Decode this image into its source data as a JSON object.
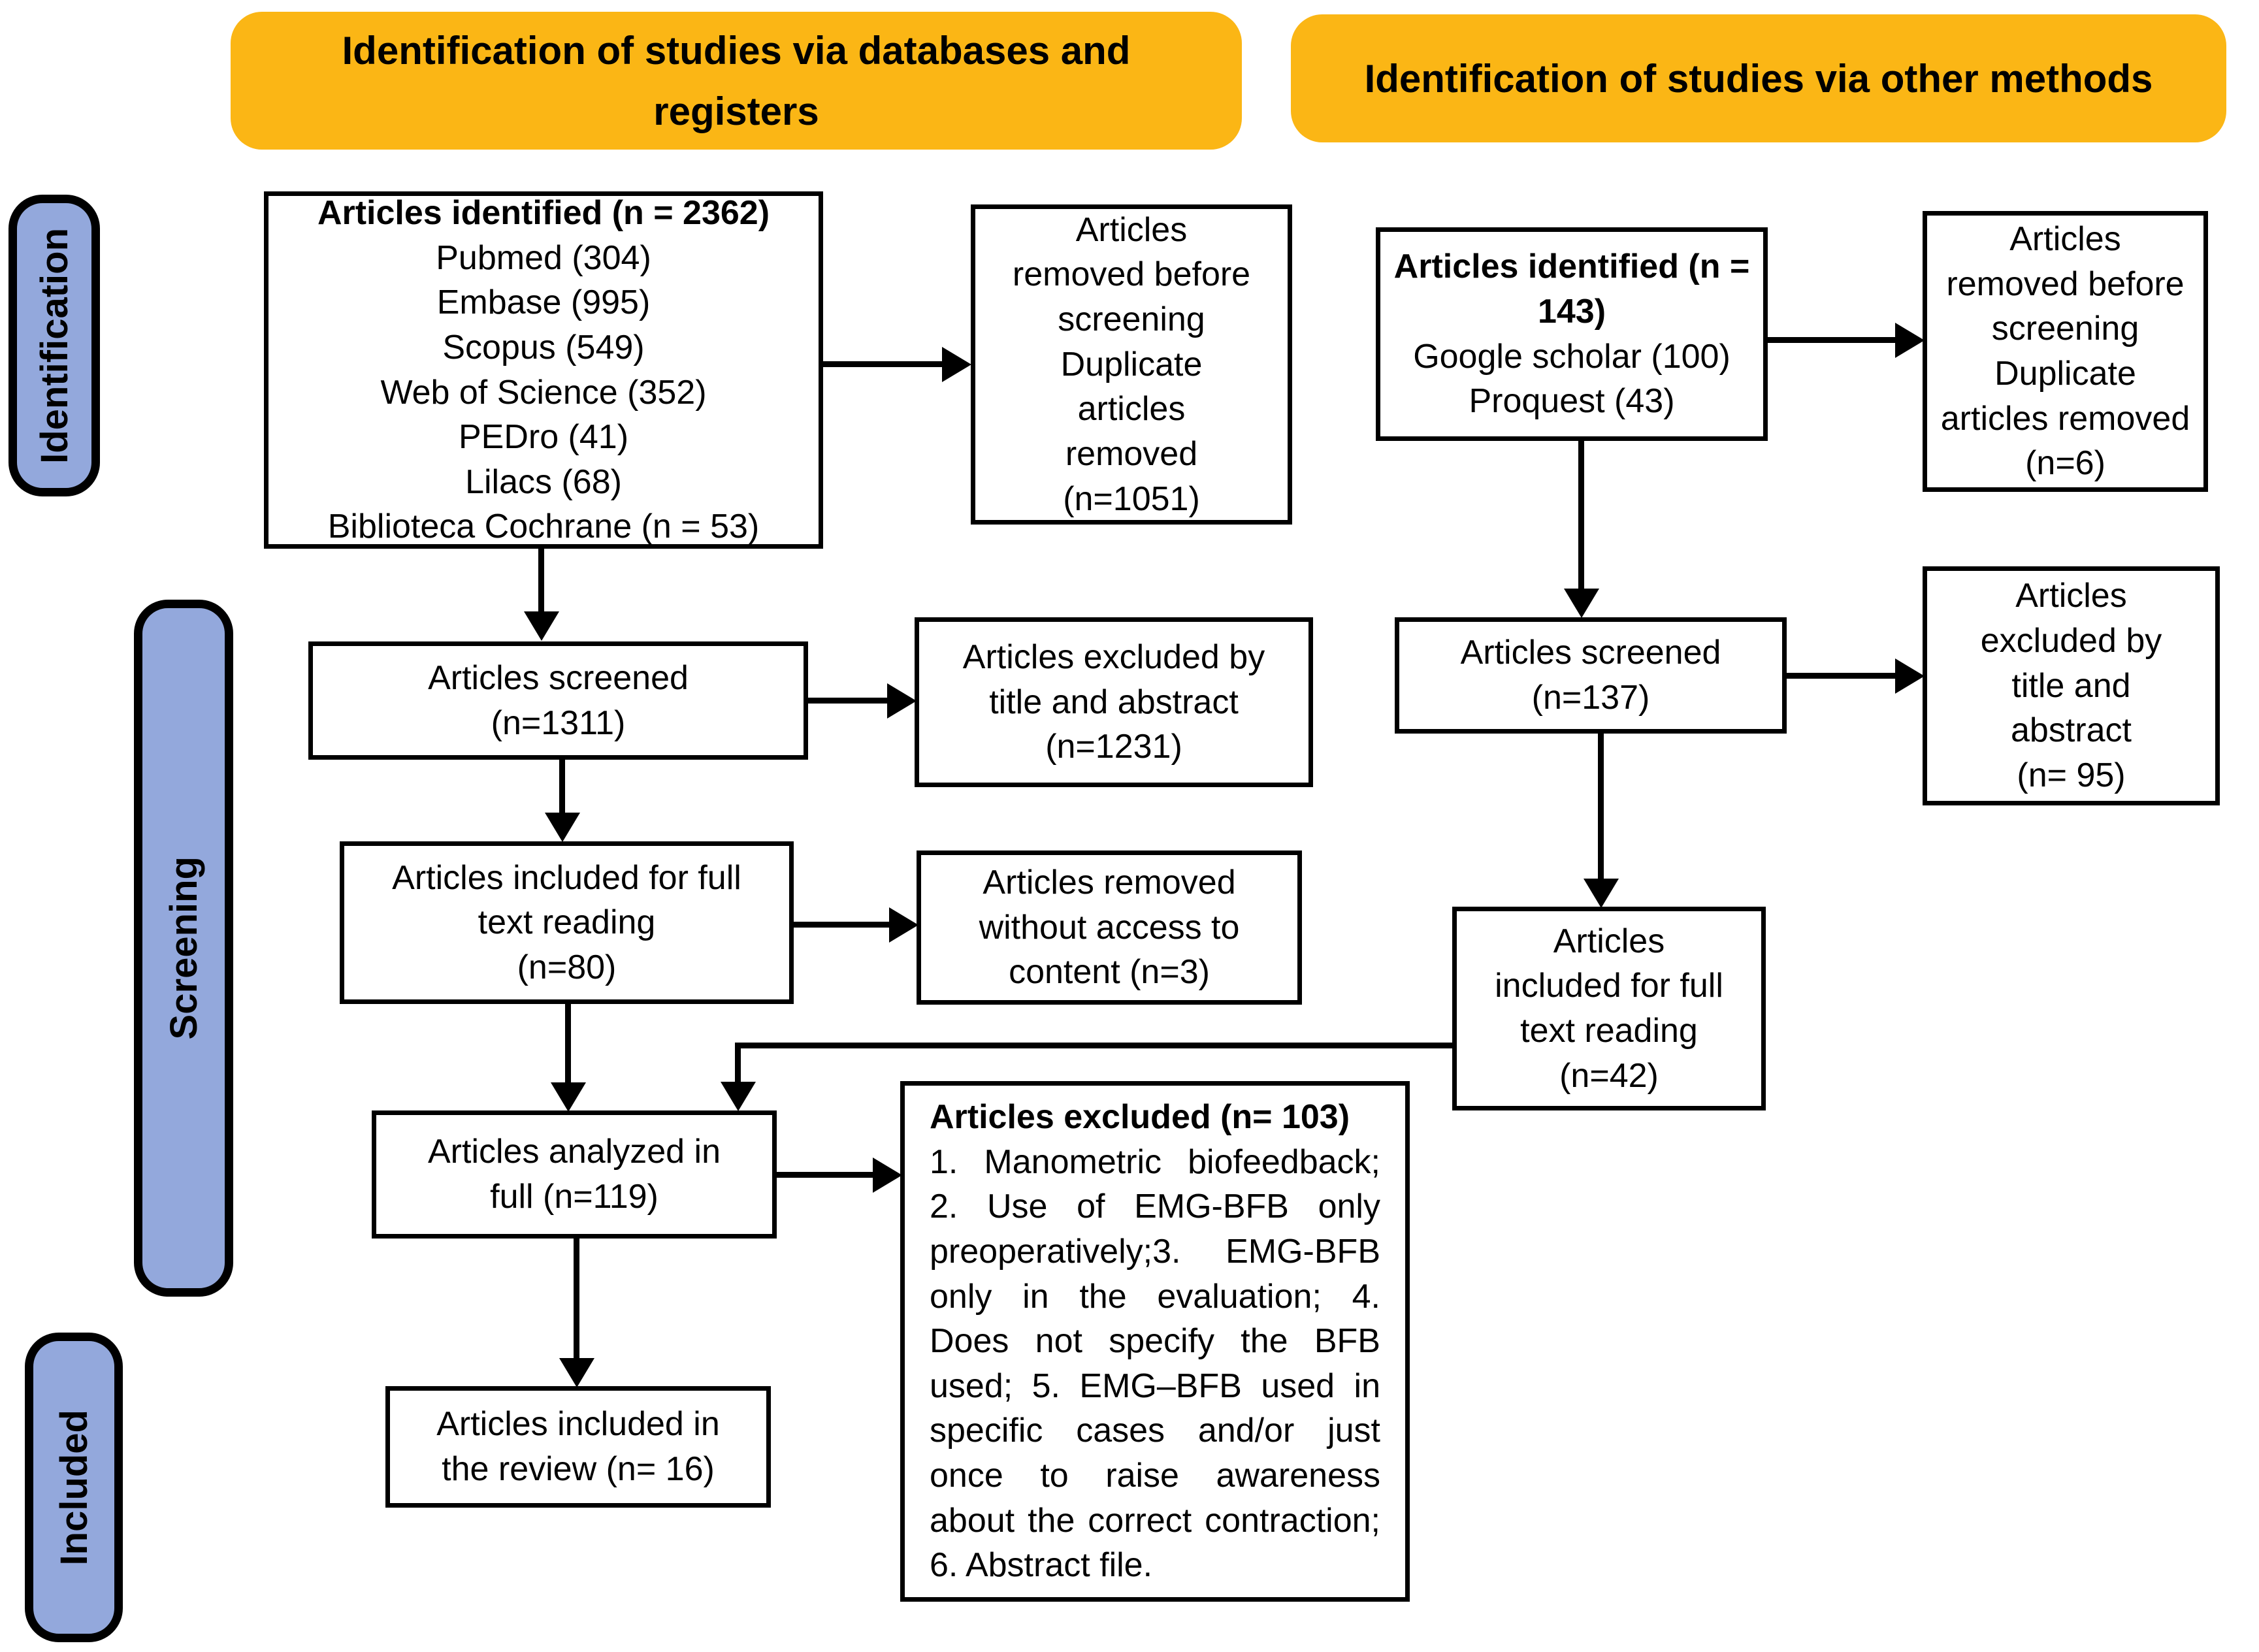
{
  "headers": {
    "databases": "Identification of studies via databases and registers",
    "other_methods": "Identification of studies via other methods"
  },
  "stages": {
    "identification": "Identification",
    "screening": "Screening",
    "included": "Included"
  },
  "colors": {
    "header_bg": "#FBB615",
    "stage_bg": "#93A8DC",
    "line": "#000000",
    "box_bg": "#FFFFFF"
  },
  "boxes": {
    "db_identified": {
      "title": "Articles identified (n = 2362)",
      "body": "Pubmed (304)\nEmbase (995)\nScopus (549)\nWeb of Science (352)\nPEDro (41)\nLilacs (68)\nBiblioteca Cochrane (n = 53)"
    },
    "db_removed_before": {
      "body": "Articles\nremoved before\nscreening\nDuplicate\narticles\nremoved\n(n=1051)"
    },
    "db_screened": {
      "body": "Articles screened\n(n=1311)"
    },
    "db_excluded_title_abstract": {
      "body": "Articles excluded by\ntitle and abstract\n(n=1231)"
    },
    "db_fulltext": {
      "body": "Articles included for full\ntext reading\n(n=80)"
    },
    "db_removed_no_access": {
      "body": "Articles removed\nwithout access to\ncontent (n=3)"
    },
    "db_analyzed": {
      "body": "Articles analyzed in\nfull (n=119)"
    },
    "excluded_reasons": {
      "title": "Articles excluded (n= 103)",
      "body": "1. Manometric biofeedback; 2. Use of EMG-BFB only preoperatively;3. EMG-BFB only in the evaluation; 4. Does not specify the BFB used; 5. EMG–BFB used in specific cases and/or just once to raise awareness about the correct contraction; 6. Abstract file."
    },
    "included_review": {
      "body": "Articles included in\nthe review (n= 16)"
    },
    "other_identified": {
      "title": "Articles identified (n =\n143)",
      "body": "Google scholar (100)\nProquest (43)"
    },
    "other_removed_before": {
      "body": "Articles\nremoved before\nscreening\nDuplicate\narticles removed\n(n=6)"
    },
    "other_screened": {
      "body": "Articles screened\n(n=137)"
    },
    "other_excluded_title_abstract": {
      "body": "Articles\nexcluded by\ntitle and\nabstract\n(n= 95)"
    },
    "other_fulltext": {
      "body": "Articles\nincluded for full\ntext reading\n(n=42)"
    }
  }
}
